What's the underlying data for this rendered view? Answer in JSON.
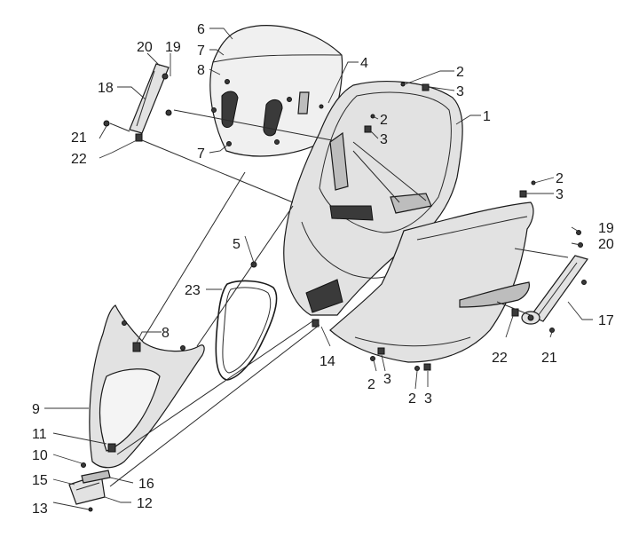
{
  "colors": {
    "line": "#1a1a1a",
    "shade": "#bdbdbd",
    "background": "#ffffff"
  },
  "callouts": {
    "c1": "1",
    "c2a": "2",
    "c2b": "2",
    "c2c": "2",
    "c2d": "2",
    "c2e": "2",
    "c3a": "3",
    "c3b": "3",
    "c3c": "3",
    "c3d": "3",
    "c3e": "3",
    "c4": "4",
    "c5": "5",
    "c6": "6",
    "c7a": "7",
    "c7b": "7",
    "c8a": "8",
    "c8b": "8",
    "c9": "9",
    "c10": "10",
    "c11": "11",
    "c12": "12",
    "c13": "13",
    "c14": "14",
    "c15": "15",
    "c16": "16",
    "c17": "17",
    "c18": "18",
    "c19a": "19",
    "c19b": "19",
    "c20a": "20",
    "c20b": "20",
    "c21a": "21",
    "c21b": "21",
    "c22a": "22",
    "c22b": "22",
    "c23": "23"
  }
}
